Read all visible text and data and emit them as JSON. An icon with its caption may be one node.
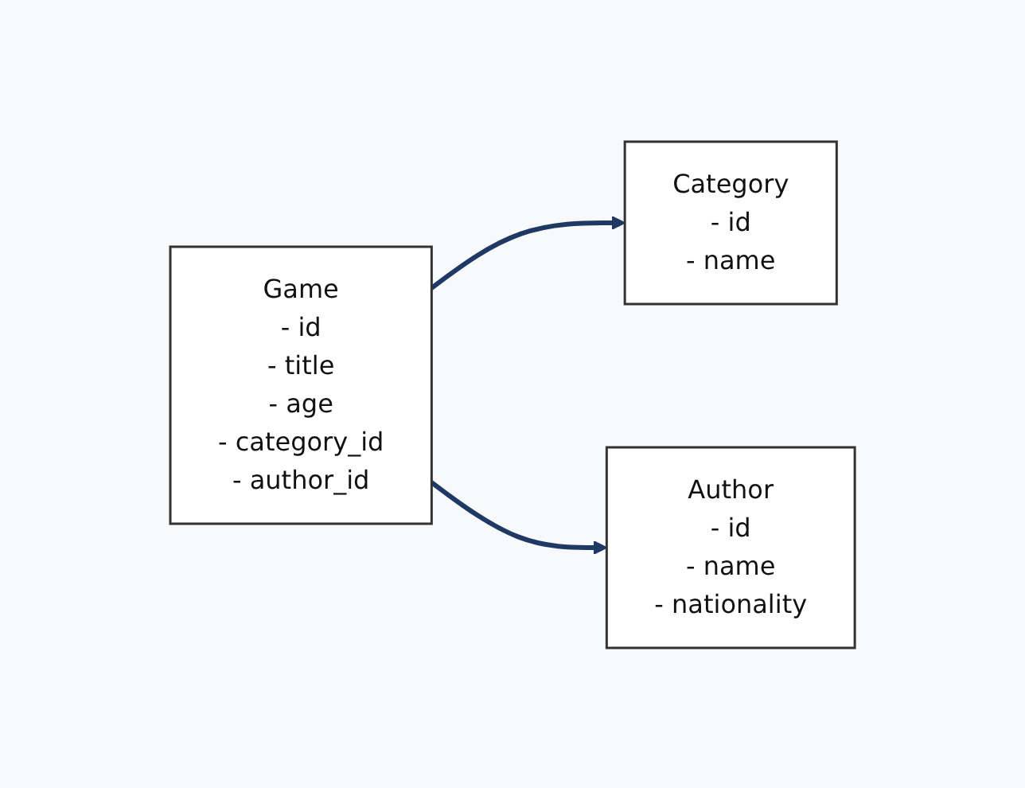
{
  "diagram": {
    "nodes": [
      {
        "text": [
          "Game",
          "- id",
          "- title",
          "- age",
          "- category_id",
          "- author_id"
        ]
      },
      {
        "text": [
          "Category",
          "- id",
          "- name"
        ]
      },
      {
        "text": [
          "Author",
          "- id",
          "- name",
          "- nationality"
        ]
      }
    ],
    "edges": [
      {
        "from": 0,
        "to": 1,
        "arrow": "to"
      },
      {
        "from": 0,
        "to": 2,
        "arrow": "to"
      }
    ]
  }
}
